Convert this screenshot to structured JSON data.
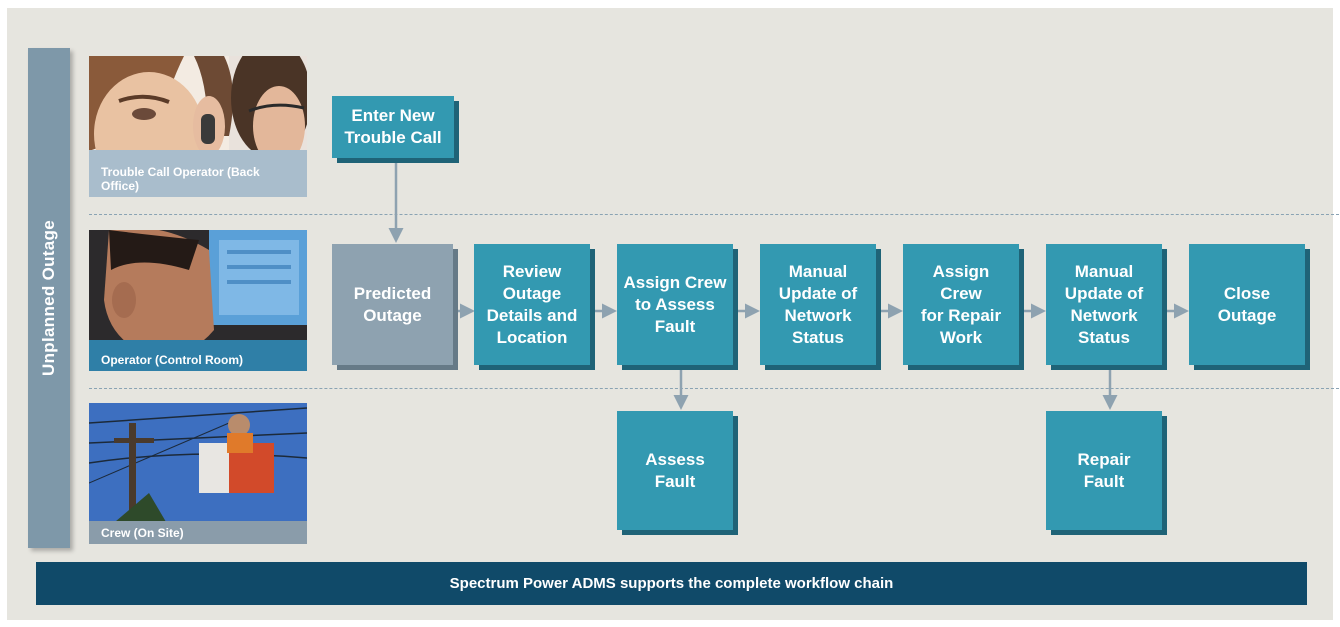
{
  "side_label": "Unplanned Outage",
  "lanes": [
    {
      "caption": "Trouble Call Operator\n(Back Office)"
    },
    {
      "caption": "Operator (Control Room)"
    },
    {
      "caption": "Crew (On Site)"
    }
  ],
  "steps": {
    "enter_call": "Enter New\nTrouble Call",
    "predicted": "Predicted\nOutage",
    "review": "Review\nOutage\nDetails and\nLocation",
    "assign_assess": "Assign Crew\nto Assess\nFault",
    "manual_update_1": "Manual\nUpdate of\nNetwork\nStatus",
    "assign_repair": "Assign\nCrew\nfor Repair\nWork",
    "manual_update_2": "Manual\nUpdate of\nNetwork\nStatus",
    "close": "Close\nOutage",
    "assess_fault": "Assess\nFault",
    "repair_fault": "Repair\nFault"
  },
  "footer": "Spectrum Power ADMS supports the complete workflow chain",
  "colors": {
    "background": "#e6e5df",
    "teal_box": "#3399b1",
    "gray_box": "#8ea2b0",
    "footer": "#104a69",
    "side_band": "#7e98a9",
    "arrow": "#8ea2b0"
  }
}
